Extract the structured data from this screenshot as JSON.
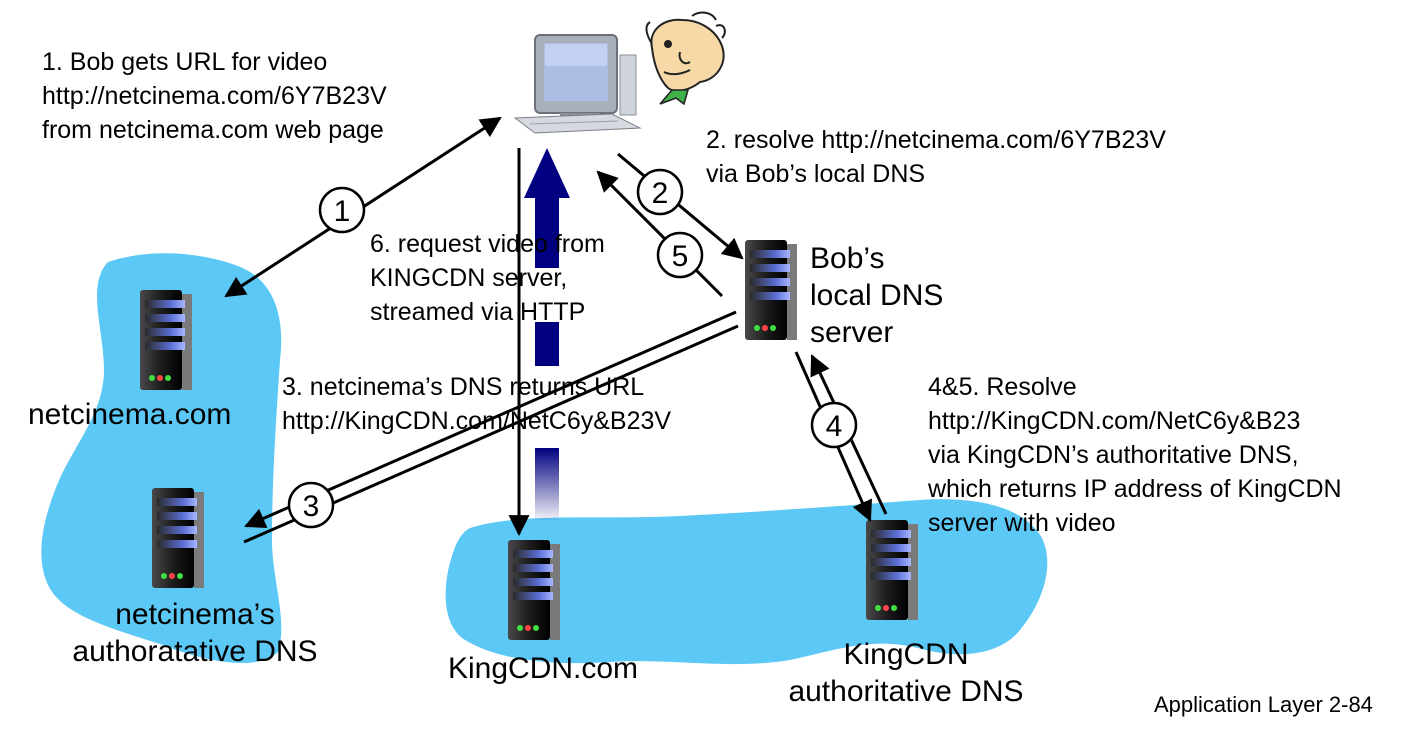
{
  "step1": {
    "line1": "1. Bob gets URL for video",
    "line2": "http://netcinema.com/6Y7B23V",
    "line3": "from netcinema.com web page"
  },
  "step2": {
    "line1": "2. resolve http://netcinema.com/6Y7B23V",
    "line2": "via Bob’s local DNS"
  },
  "step3": {
    "line1": "3. netcinema’s DNS returns URL",
    "line2": "http://KingCDN.com/NetC6y&B23V"
  },
  "step45": {
    "line1": "4&5. Resolve",
    "line2": "http://KingCDN.com/NetC6y&B23",
    "line3": "via KingCDN’s authoritative DNS,",
    "line4": "which returns IP address of KingCDN",
    "line5": "server  with video"
  },
  "step6": {
    "line1": "6. request video from",
    "line2": "KINGCDN server,",
    "line3": "streamed via HTTP"
  },
  "nodes": {
    "netcinema": "netcinema.com",
    "netcinema_dns_line1": "netcinema’s",
    "netcinema_dns_line2": "authoratative DNS",
    "kingcdn": "KingCDN.com",
    "kingcdn_dns_line1": "KingCDN",
    "kingcdn_dns_line2": "authoritative DNS",
    "local_dns_line1": "Bob’s",
    "local_dns_line2": "local DNS",
    "local_dns_line3": "server"
  },
  "step_markers": [
    "1",
    "2",
    "3",
    "4",
    "5"
  ],
  "footer": "Application Layer 2-84",
  "colors": {
    "cloud": "#5bc8f5",
    "arrow": "#000000",
    "http_arrow": "#000080"
  },
  "icons": [
    "desktop-computer-icon",
    "user-face-icon",
    "server-icon"
  ]
}
